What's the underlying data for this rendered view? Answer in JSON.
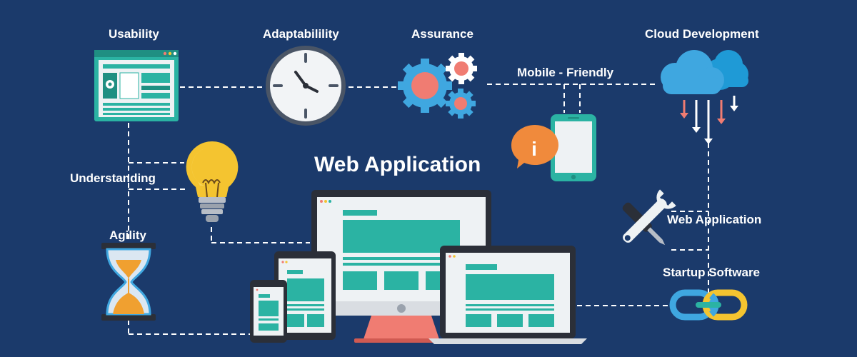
{
  "title": "Web Application",
  "labels": {
    "usability": "Usability",
    "adaptability": "Adaptabilility",
    "assurance": "Assurance",
    "cloud_development": "Cloud Development",
    "mobile_friendly": "Mobile - Friendly",
    "understanding": "Understanding",
    "agility": "Agility",
    "web_application": "Web Application",
    "startup_software": "Startup Software"
  },
  "info_badge_letter": "i",
  "icons": {
    "usability": "browser-window-icon",
    "adaptability": "clock-icon",
    "assurance": "gears-icon",
    "cloud_development": "cloud-upload-download-icon",
    "mobile_friendly": "smartphone-info-icon",
    "understanding": "light-bulb-icon",
    "agility": "hourglass-icon",
    "web_application": "wrench-screwdriver-icon",
    "startup_software": "chain-link-icon"
  },
  "colors": {
    "background": "#1b3a6b",
    "teal": "#2bb3a3",
    "teal_dark": "#1f8f82",
    "coral": "#f07c72",
    "orange": "#f08a3c",
    "yellow": "#f4c430",
    "cloud_blue": "#3fa7e0",
    "device_dark": "#2b2f38",
    "screen_light": "#eef2f4"
  }
}
